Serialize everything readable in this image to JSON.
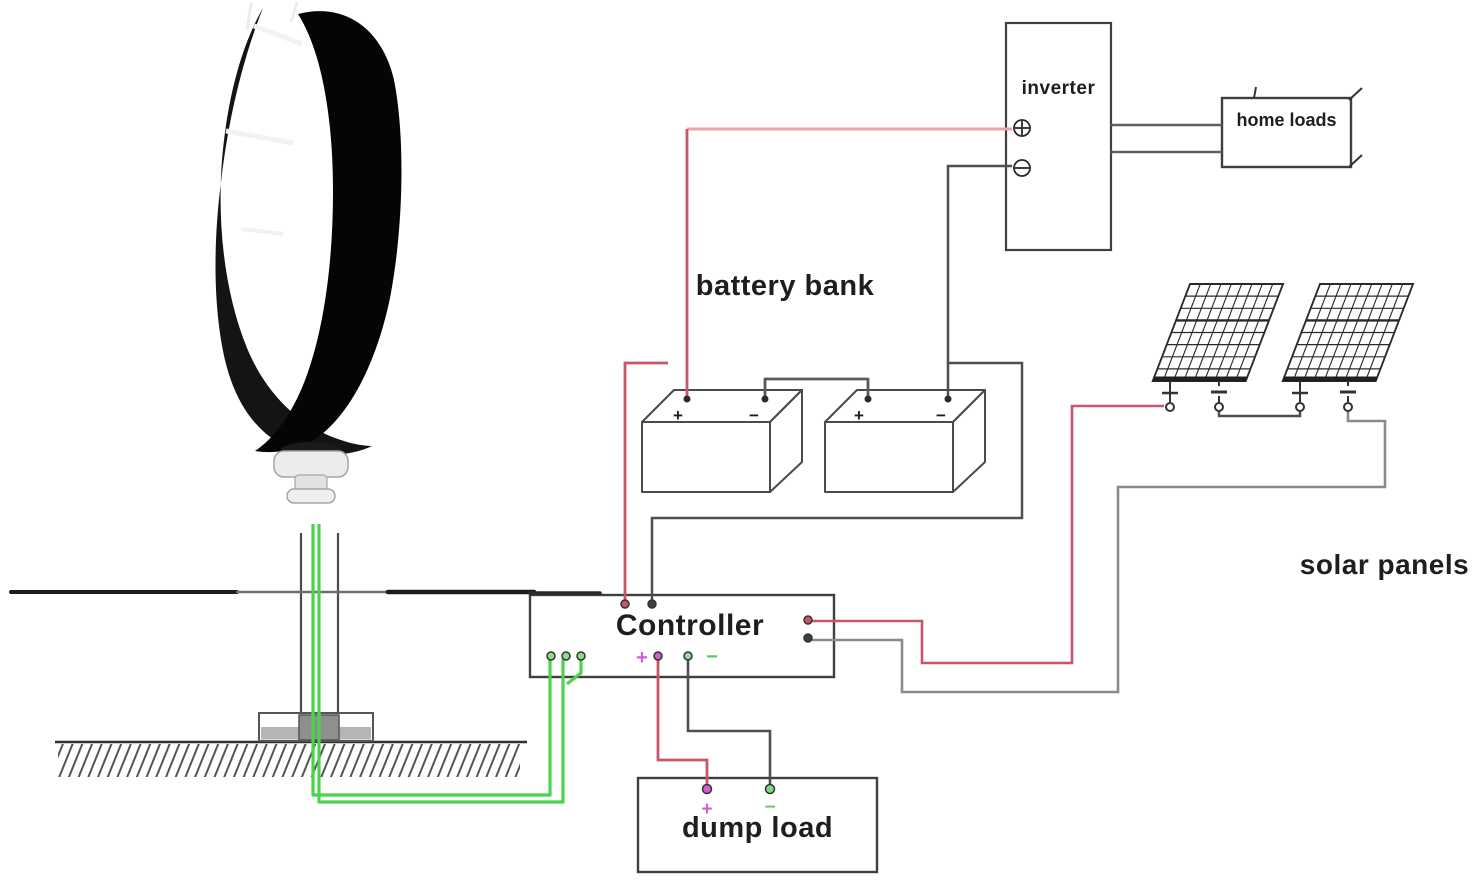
{
  "diagram": {
    "type": "off-grid wind + solar hybrid power system wiring diagram",
    "labels": {
      "inverter": "inverter",
      "home_loads": "home loads",
      "battery_bank": "battery bank",
      "controller": "Controller",
      "dump_load": "dump load",
      "solar_panels": "solar panels"
    },
    "symbols": {
      "plus": "+",
      "minus": "−"
    },
    "colors": {
      "wire_red": "#c9556a",
      "wire_red_light": "#eba3ab",
      "wire_dark": "#4f4f4f",
      "wire_gray": "#8a8a8a",
      "wire_green": "#4bd44b",
      "wire_magenta": "#cf5ecf",
      "outline": "#3f3f3f",
      "text": "#1e1e1e"
    },
    "connections": [
      {
        "from": "battery bank +",
        "to": "inverter +",
        "color": "red"
      },
      {
        "from": "battery bank −",
        "to": "inverter −",
        "color": "dark"
      },
      {
        "from": "battery 1 −",
        "to": "battery 2 +",
        "color": "dark",
        "note": "series link"
      },
      {
        "from": "battery bank +",
        "to": "controller battery +",
        "color": "red"
      },
      {
        "from": "battery bank −",
        "to": "controller battery −",
        "color": "dark"
      },
      {
        "from": "solar panel 1 −",
        "to": "solar panel 2 +",
        "color": "dark",
        "note": "series link"
      },
      {
        "from": "solar panels +",
        "to": "controller solar +",
        "color": "red"
      },
      {
        "from": "solar panels −",
        "to": "controller solar −",
        "color": "gray"
      },
      {
        "from": "wind turbine 3-phase output",
        "to": "controller wind input",
        "color": "green"
      },
      {
        "from": "controller dump +",
        "to": "dump load +",
        "color": "red"
      },
      {
        "from": "controller dump −",
        "to": "dump load −",
        "color": "dark"
      },
      {
        "from": "inverter AC output",
        "to": "home loads",
        "color": "gray",
        "note": "two conductors"
      }
    ]
  }
}
